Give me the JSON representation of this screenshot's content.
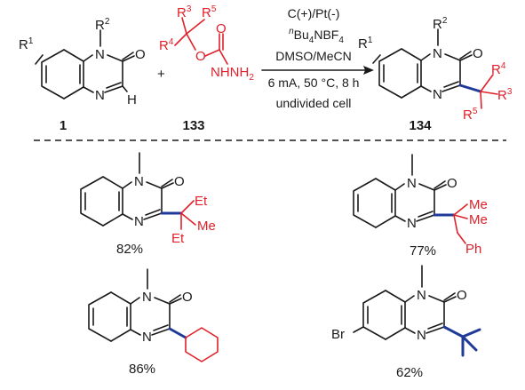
{
  "scheme": {
    "colors": {
      "ink": "#1a1a1a",
      "highlight": "#e0202a",
      "new_bond": "#1f3a99"
    },
    "conditions": {
      "electrodes": "C(+)/Pt(-)",
      "electrolyte_prefix": "n",
      "electrolyte": "Bu4NBF4",
      "solvent": "DMSO/MeCN",
      "settings": "6 mA, 50 °C, 8 h",
      "cell": "undivided cell"
    },
    "compounds": {
      "substrate": "1",
      "reagent": "133",
      "product": "134"
    },
    "plus": "+",
    "examples": [
      {
        "substituents": [
          "Et",
          "Me",
          "Et"
        ],
        "yield": "82%"
      },
      {
        "substituents": [
          "Me",
          "Me",
          "Ph"
        ],
        "yield": "77%"
      },
      {
        "substituents": [],
        "yield": "86%"
      },
      {
        "substituents": [
          "Br"
        ],
        "yield": "62%"
      }
    ]
  }
}
